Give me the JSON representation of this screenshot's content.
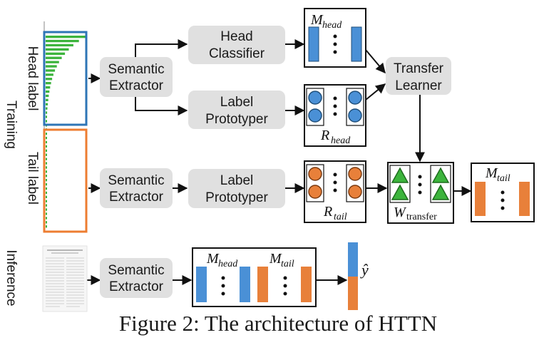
{
  "caption": "Figure 2: The architecture of HTTN",
  "side_labels": {
    "training": "Training",
    "head_label": "Head label",
    "tail_label": "Tail label",
    "inference": "Inference"
  },
  "modules": {
    "semantic_extractor_line1": "Semantic",
    "semantic_extractor_line2": "Extractor",
    "head_classifier_line1": "Head",
    "head_classifier_line2": "Classifier",
    "label_prototyper_line1": "Label",
    "label_prototyper_line2": "Prototyper",
    "transfer_learner_line1": "Transfer",
    "transfer_learner_line2": "Learner"
  },
  "math_labels": {
    "m_head_base": "M",
    "m_head_sub": "head",
    "m_tail_base": "M",
    "m_tail_sub": "tail",
    "r_head_base": "R",
    "r_head_sub": "head",
    "r_tail_base": "R",
    "r_tail_sub": "tail",
    "w_transfer_base": "W",
    "w_transfer_sub": "transfer",
    "y_hat": "ŷ"
  },
  "colors": {
    "blue": "#4a90d6",
    "orange": "#e8803a",
    "green": "#3cb43c",
    "module_fill": "#e0e0e0",
    "head_frame": "#2e75b6",
    "tail_frame": "#ed7d31"
  }
}
